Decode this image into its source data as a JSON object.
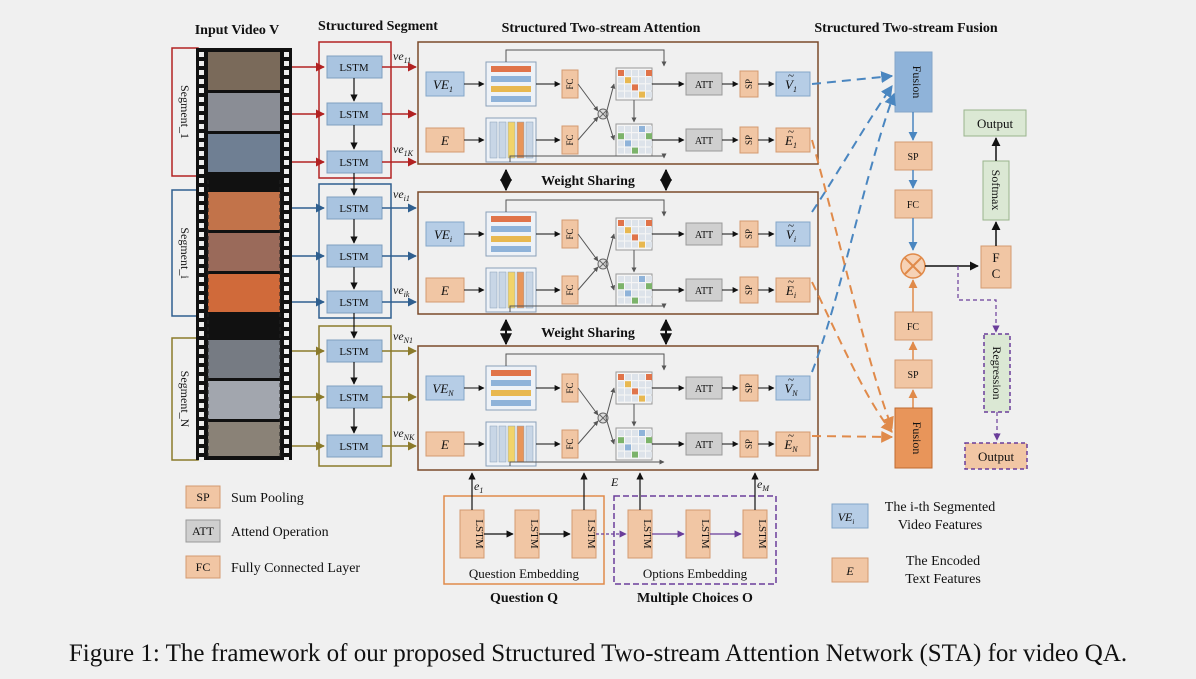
{
  "headers": {
    "input_video": "Input Video V",
    "structured_segment": "Structured Segment",
    "two_stream_attention": "Structured Two-stream Attention",
    "two_stream_fusion": "Structured Two-stream Fusion"
  },
  "segments": [
    "Segment_1",
    "Segment_i",
    "Segment_N"
  ],
  "lstm": "LSTM",
  "ve_labels": {
    "top": [
      "ve",
      "11",
      "ve",
      "1K"
    ],
    "mid": [
      "ve",
      "i1",
      "ve",
      "ik"
    ],
    "bot": [
      "ve",
      "N1",
      "ve",
      "NK"
    ]
  },
  "attention_rows": [
    {
      "ve": "VE",
      "ve_sub": "1",
      "e": "E",
      "out_v": "V",
      "out_v_sub": "1",
      "out_e": "E",
      "out_e_sub": "1"
    },
    {
      "ve": "VE",
      "ve_sub": "i",
      "e": "E",
      "out_v": "V",
      "out_v_sub": "i",
      "out_e": "E",
      "out_e_sub": "i"
    },
    {
      "ve": "VE",
      "ve_sub": "N",
      "e": "E",
      "out_v": "V",
      "out_v_sub": "N",
      "out_e": "E",
      "out_e_sub": "N"
    }
  ],
  "fc": "FC",
  "att": "ATT",
  "sp": "SP",
  "weight_sharing": "Weight Sharing",
  "fusion": "Fusion",
  "output": "Output",
  "softmax": "Softmax",
  "fc_vertical": "F C",
  "regression": "Regression",
  "question": {
    "e1": "e",
    "e1_sub": "1",
    "label": "Question Embedding",
    "title": "Question Q"
  },
  "options": {
    "E": "E",
    "eM": "e",
    "eM_sub": "M",
    "label": "Options Embedding",
    "title": "Multiple Choices O"
  },
  "legend": [
    {
      "key": "SP",
      "text": "Sum Pooling"
    },
    {
      "key": "ATT",
      "text": "Attend Operation"
    },
    {
      "key": "FC",
      "text": "Fully Connected Layer"
    }
  ],
  "legend_right": [
    {
      "key": "VE",
      "key_sub": "i",
      "text1": "The i-th Segmented",
      "text2": "Video Features"
    },
    {
      "key": "E",
      "text1": "The Encoded",
      "text2": "Text Features"
    }
  ],
  "caption": "Figure 1: The framework of our proposed Structured Two-stream Attention Network (STA) for video QA.",
  "colors": {
    "red": "#b22222",
    "blue": "#2f5f8f",
    "olive": "#8b7a2a",
    "brown": "#7a4a2a",
    "orange": "#e08a4a",
    "purple": "#6a3d9a",
    "dashblue": "#4a86c0"
  }
}
